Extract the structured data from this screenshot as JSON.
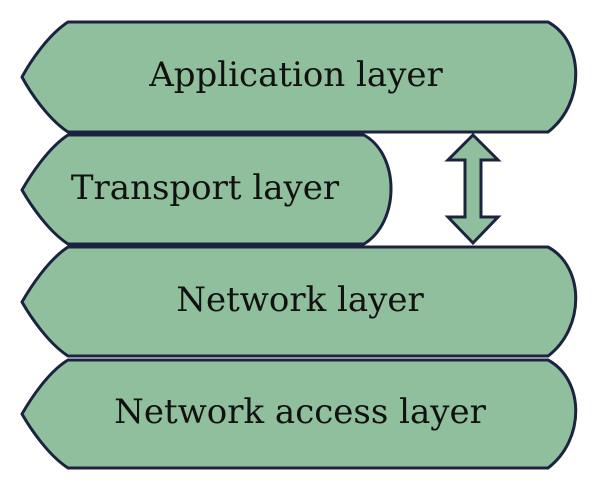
{
  "layers": {
    "application": "Application layer",
    "transport": "Transport layer",
    "network": "Network layer",
    "network_access": "Network access layer"
  },
  "colors": {
    "fill": "#8fbf9c",
    "stroke": "#1c2340",
    "text": "#111111"
  },
  "icons": {
    "arrow": "double-headed-vertical-arrow-icon"
  }
}
